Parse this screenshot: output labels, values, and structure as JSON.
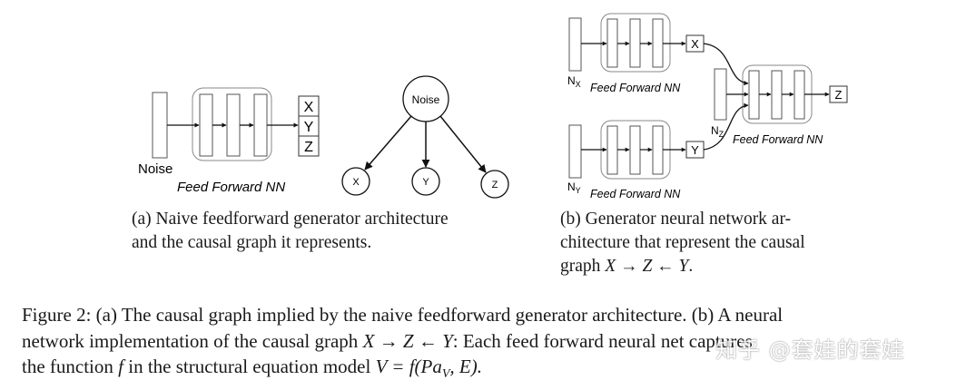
{
  "panel_a": {
    "noise_label": "Noise",
    "ffnn_label": "Feed Forward NN",
    "outputs": [
      "X",
      "Y",
      "Z"
    ],
    "graph_root": "Noise",
    "graph_children": [
      "X",
      "Y",
      "Z"
    ],
    "caption_line1": "(a) Naive feedforward generator architecture",
    "caption_line2": "and the causal graph it represents."
  },
  "panel_b": {
    "nx_main": "N",
    "nx_sub": "X",
    "ny_main": "N",
    "ny_sub": "Y",
    "nz_main": "N",
    "nz_sub": "Z",
    "ffnn_label_1": "Feed Forward NN",
    "ffnn_label_2": "Feed Forward NN",
    "ffnn_label_3": "Feed Forward NN",
    "out_x": "X",
    "out_y": "Y",
    "out_z": "Z",
    "caption_line1": "(b) Generator neural network ar-",
    "caption_line2": "chitecture that represent the causal",
    "caption_line3_text": "graph ",
    "caption_line3_math": "X → Z ← Y",
    "caption_line3_end": "."
  },
  "figure_caption": {
    "line1": "Figure 2: (a) The causal graph implied by the naive feedforward generator architecture. (b) A neural",
    "line2_pre": "network implementation of the causal graph ",
    "line2_math": "X → Z ← Y",
    "line2_post": ": Each feed forward neural net captures",
    "line3_pre": "the function ",
    "line3_f": "f",
    "line3_mid": " in the structural equation model ",
    "line3_math": "V = f(Pa",
    "line3_sub": "V",
    "line3_end": ", E).",
    "watermark": "知乎 @套娃的套娃"
  }
}
